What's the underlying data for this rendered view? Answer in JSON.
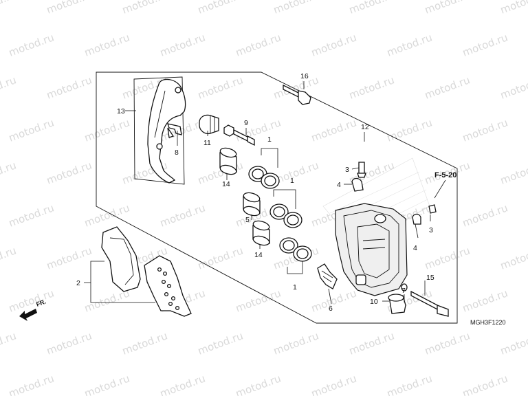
{
  "watermark": {
    "text": "motod.ru"
  },
  "diagram": {
    "code": "MGH3F1220",
    "reference": "F-5-20",
    "front_label": "FR."
  },
  "callouts": [
    {
      "id": "13",
      "label": "13"
    },
    {
      "id": "8",
      "label": "8"
    },
    {
      "id": "11",
      "label": "11"
    },
    {
      "id": "9",
      "label": "9"
    },
    {
      "id": "16",
      "label": "16"
    },
    {
      "id": "12",
      "label": "12"
    },
    {
      "id": "1a",
      "label": "1"
    },
    {
      "id": "1b",
      "label": "1"
    },
    {
      "id": "1c",
      "label": "1"
    },
    {
      "id": "14a",
      "label": "14"
    },
    {
      "id": "5",
      "label": "5"
    },
    {
      "id": "14b",
      "label": "14"
    },
    {
      "id": "3a",
      "label": "3"
    },
    {
      "id": "4a",
      "label": "4"
    },
    {
      "id": "3b",
      "label": "3"
    },
    {
      "id": "4b",
      "label": "4"
    },
    {
      "id": "2",
      "label": "2"
    },
    {
      "id": "6",
      "label": "6"
    },
    {
      "id": "7",
      "label": "7"
    },
    {
      "id": "10",
      "label": "10"
    },
    {
      "id": "15",
      "label": "15"
    }
  ],
  "icons": {
    "front_arrow": "front-direction-arrow-icon"
  }
}
